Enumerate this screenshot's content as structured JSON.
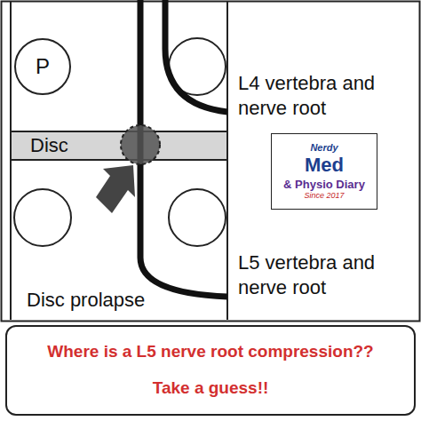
{
  "diagram": {
    "nodes": [
      {
        "text": [
          "P"
        ]
      },
      {
        "text": [
          "Disc"
        ]
      },
      {
        "text": [
          "Nerdy",
          "Med",
          "& Physio Diary",
          "Since 2017"
        ]
      },
      {
        "text": [
          "Where is a L5 nerve root compression??",
          "Take a guess!!"
        ]
      }
    ],
    "labels": [
      "L4 vertebra and nerve root",
      "L5 vertebra and nerve root",
      "Disc prolapse"
    ]
  }
}
